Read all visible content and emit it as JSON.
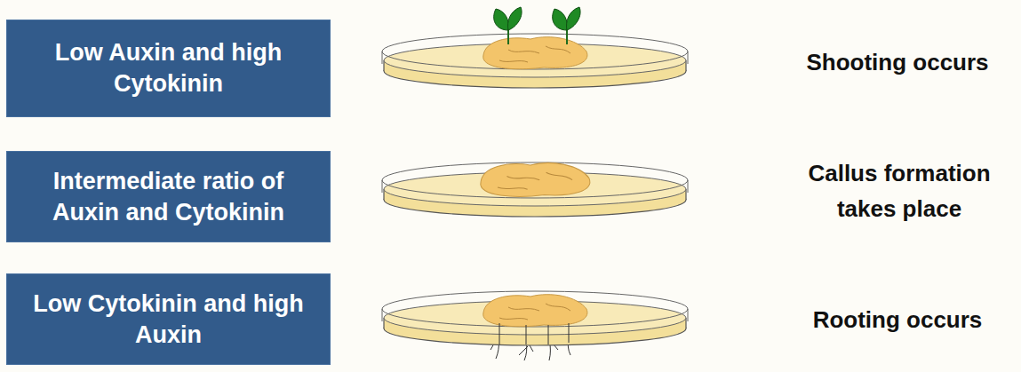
{
  "diagram": {
    "nodes": [
      {
        "text": [
          "Low Auxin and high Cytokinin"
        ]
      },
      {
        "text": [
          "Intermediate ratio of Auxin and Cytokinin"
        ]
      },
      {
        "text": [
          "Low Cytokinin and high Auxin"
        ]
      }
    ],
    "labels": [
      "Shooting occurs",
      "Callus formation takes place",
      "Rooting occurs"
    ]
  }
}
